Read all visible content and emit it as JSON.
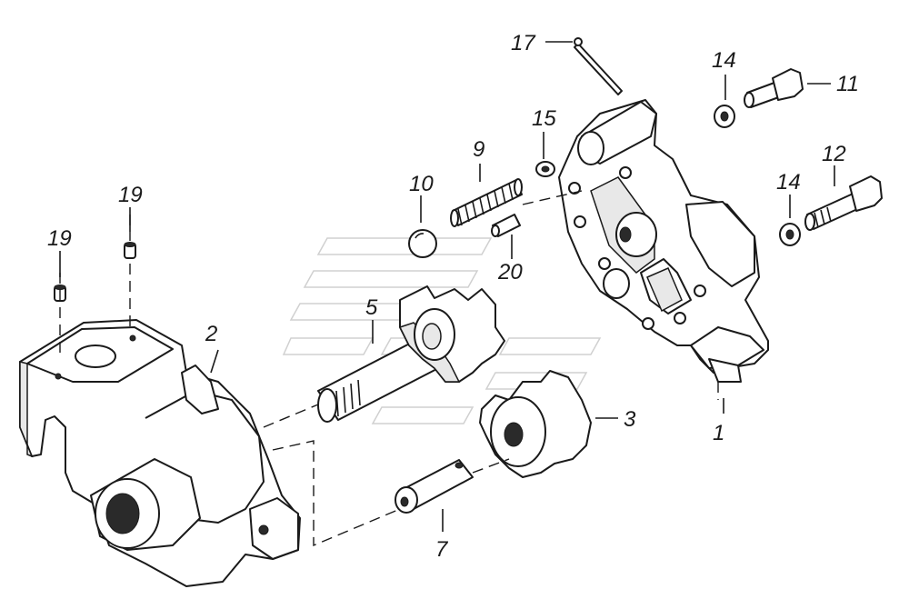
{
  "callouts": {
    "c1": "1",
    "c2": "2",
    "c3": "3",
    "c5": "5",
    "c7": "7",
    "c9": "9",
    "c10": "10",
    "c11": "11",
    "c12": "12",
    "c14a": "14",
    "c14b": "14",
    "c15": "15",
    "c17": "17",
    "c19a": "19",
    "c19b": "19",
    "c20": "20"
  }
}
